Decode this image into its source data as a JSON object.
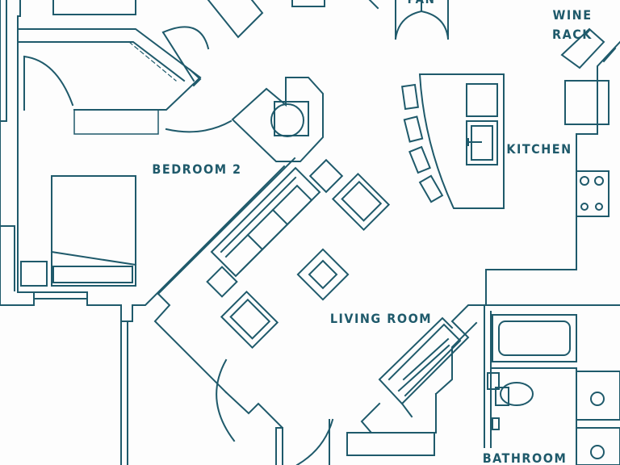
{
  "labels": {
    "pantry_partial": "PAN",
    "wine_line1": "WINE",
    "wine_line2": "RACK",
    "kitchen": "KITCHEN",
    "bedroom2": "BEDROOM 2",
    "living_room": "LIVING ROOM",
    "bathroom": "BATHROOM"
  },
  "colors": {
    "line": "#1f5a6b",
    "background": "#fdfdfd"
  }
}
